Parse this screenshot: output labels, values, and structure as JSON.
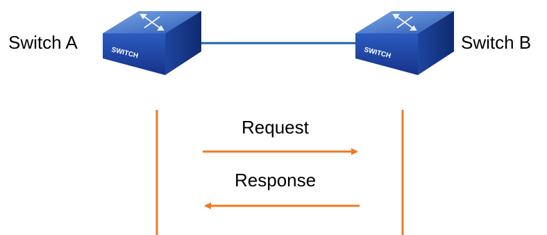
{
  "switch_a": {
    "label": "Switch A",
    "device_text": "SWITCH",
    "icon": "network-switch-icon"
  },
  "switch_b": {
    "label": "Switch B",
    "device_text": "SWITCH",
    "icon": "network-switch-icon"
  },
  "messages": {
    "request": {
      "label": "Request",
      "direction": "A-to-B"
    },
    "response": {
      "label": "Response",
      "direction": "B-to-A"
    }
  },
  "colors": {
    "link": "#1a5fb4",
    "timeline": "#f07820",
    "switch_top": "#4a7fd0",
    "switch_side": "#1e46a0"
  }
}
